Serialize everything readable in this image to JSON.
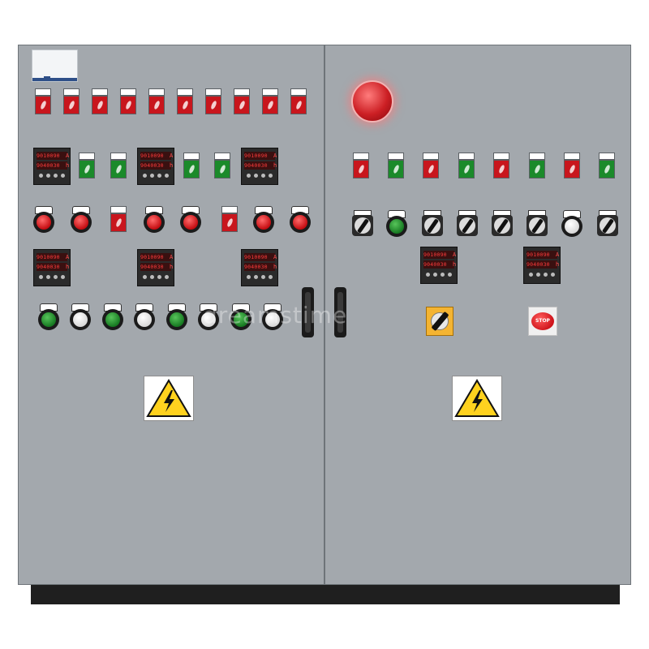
{
  "meter": {
    "line1": "9010090",
    "unit1": "A",
    "line2": "9040030",
    "unit2": "h"
  },
  "stop_button": {
    "label": "STOP"
  },
  "watermark": "dreamstime",
  "colors": {
    "panel": "#a3a8ad",
    "lamp_red": "#c8161d",
    "lamp_green": "#1b8a2a",
    "beacon": "#cc1f24",
    "switch_plate": "#f4b432",
    "warning_yellow": "#ffd21f"
  },
  "icons": {
    "warning": "high-voltage-warning-icon",
    "beacon": "red-beacon-icon"
  }
}
